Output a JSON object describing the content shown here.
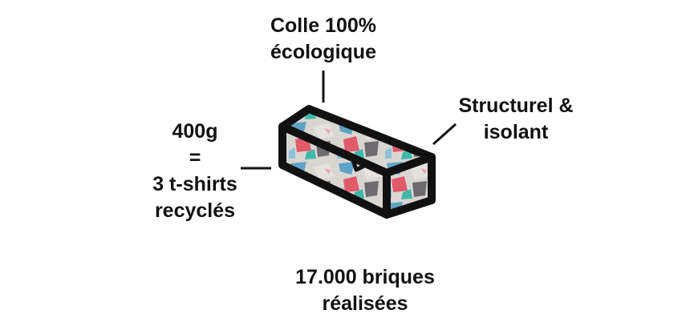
{
  "labels": {
    "glue": [
      "Colle 100%",
      "écologique"
    ],
    "weight": [
      "400g",
      "=",
      "3 t-shirts",
      "recyclés"
    ],
    "structure": [
      "Structurel &",
      "isolant"
    ],
    "count": [
      "17.000 briques",
      "réalisées"
    ]
  },
  "colors": {
    "outline": "#111111",
    "text": "#111111",
    "fabric_base": "#d9d6d2",
    "fabric_blue": "#5ea3c6",
    "fabric_red": "#e05a6c",
    "fabric_teal": "#3fb8aa",
    "fabric_dark": "#6d6a70"
  }
}
